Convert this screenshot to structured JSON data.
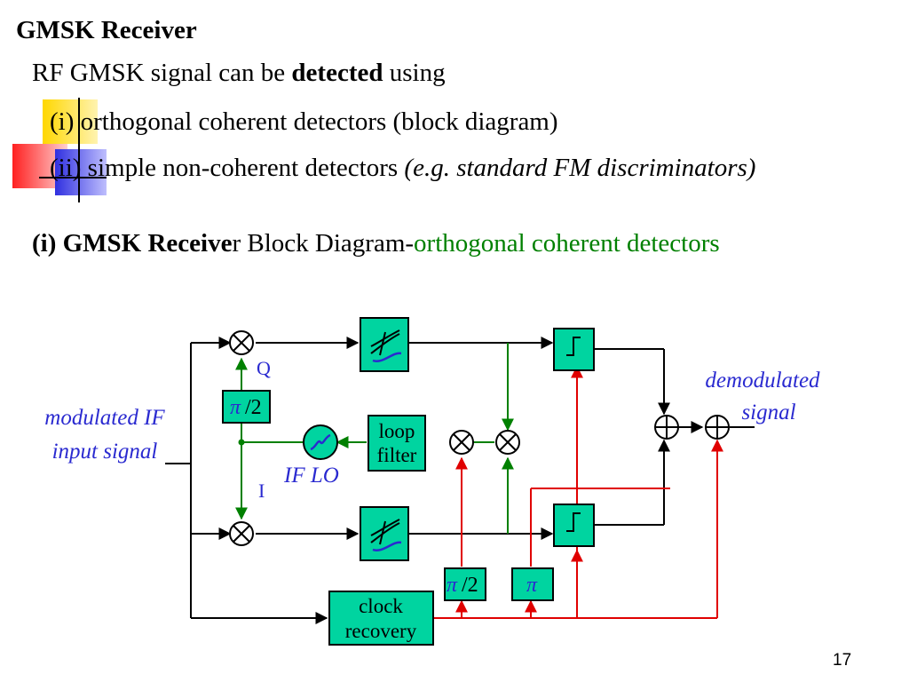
{
  "slide": {
    "title": "GMSK Receiver",
    "line1_pre": "RF GMSK signal can be ",
    "line1_bold": "detected",
    "line1_post": " using",
    "option1": "(i) orthogonal coherent detectors (block diagram)",
    "option2_plain": "(ii) simple non-coherent detectors ",
    "option2_italic": "(e.g. standard FM discriminators)",
    "heading_bold": "(i) GMSK Receive",
    "heading_plain": "r Block Diagram-",
    "heading_green": "orthogonal coherent detectors",
    "page_number": "17"
  },
  "diagram": {
    "input_label_line1": "modulated IF",
    "input_label_line2": "input signal",
    "output_label_line1": "demodulated",
    "output_label_line2": "signal",
    "q_label": "Q",
    "i_label": "I",
    "if_lo_label": "IF LO",
    "phase_shift_label": "/2",
    "pi_symbol": "π",
    "loop_filter_line1": "loop",
    "loop_filter_line2": "filter",
    "clock_recovery_line1": "clock",
    "clock_recovery_line2": "recovery",
    "colors": {
      "block_fill": "#00d4a0",
      "green_lines": "#008000",
      "red_lines": "#e00000",
      "label_blue": "#2a2ad0",
      "heading_green": "#008000",
      "deco_yellow": "#ffd700",
      "deco_red": "#ff2020",
      "deco_blue": "#3030e0"
    }
  }
}
